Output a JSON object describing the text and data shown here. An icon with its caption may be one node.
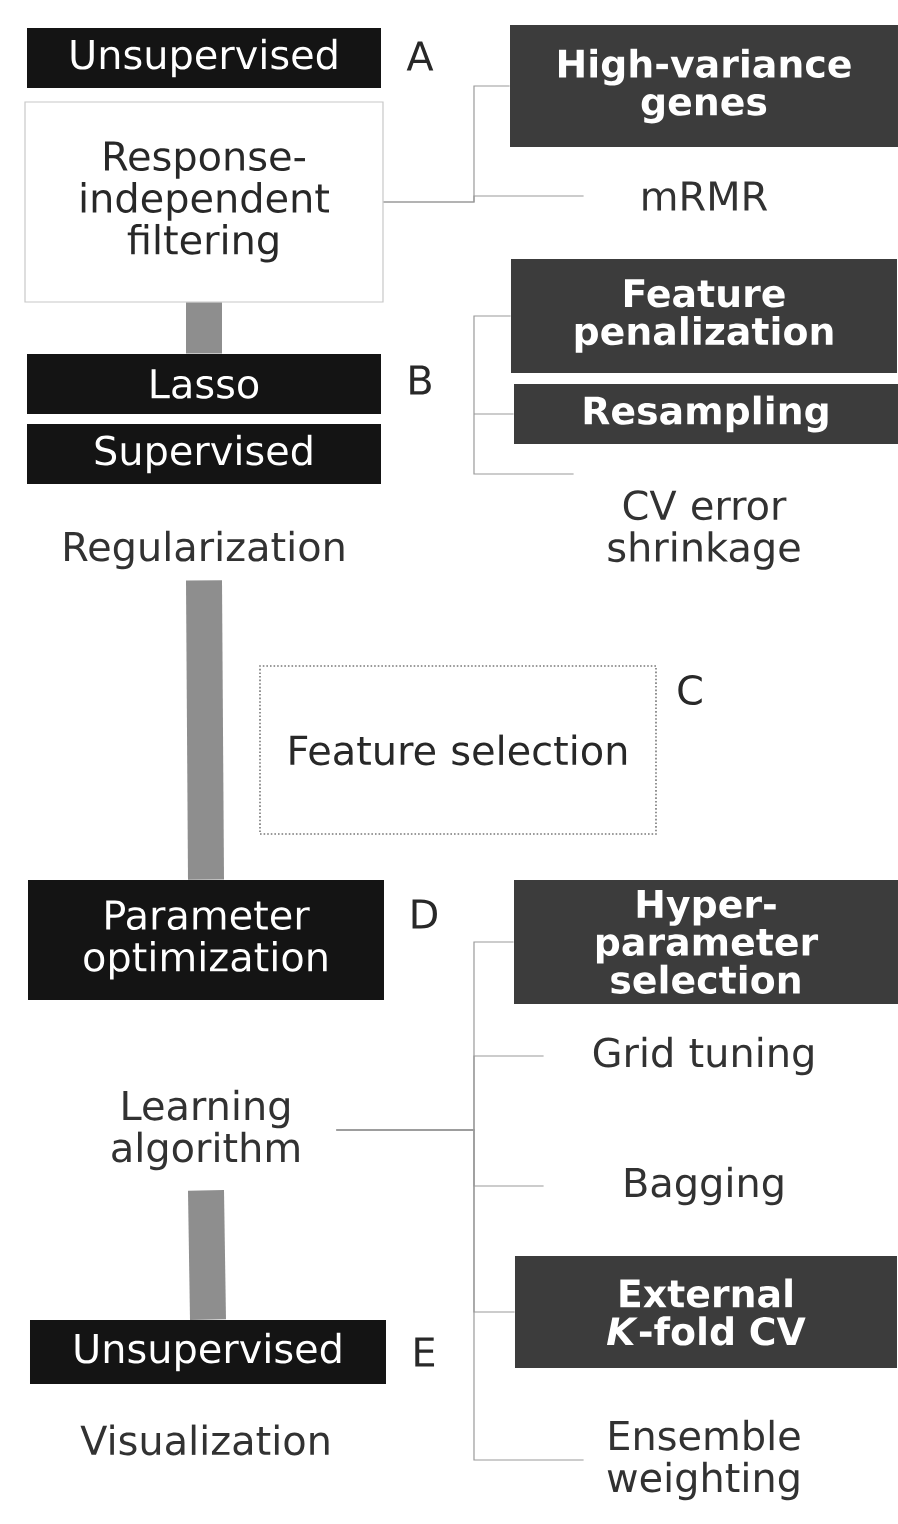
{
  "diagram": {
    "nodes": [
      {
        "text": [
          "Unsupervised"
        ]
      },
      {
        "text": [
          "Response-independent filtering"
        ]
      },
      {
        "text": [
          "Lasso"
        ]
      },
      {
        "text": [
          "Supervised"
        ]
      },
      {
        "text": [
          "Regularization"
        ]
      },
      {
        "text": [
          "Feature selection"
        ]
      },
      {
        "text": [
          "Parameter optimization"
        ]
      },
      {
        "text": [
          "Learning algorithm"
        ]
      },
      {
        "text": [
          "Unsupervised"
        ]
      },
      {
        "text": [
          "Visualization"
        ]
      },
      {
        "text": [
          "High-variance genes"
        ]
      },
      {
        "text": [
          "mRMR"
        ]
      },
      {
        "text": [
          "Feature penalization"
        ]
      },
      {
        "text": [
          "Resampling"
        ]
      },
      {
        "text": [
          "CV error shrinkage"
        ]
      },
      {
        "text": [
          "Hyper-parameter selection"
        ]
      },
      {
        "text": [
          "Grid tuning"
        ]
      },
      {
        "text": [
          "Bagging"
        ]
      },
      {
        "text": [
          "External *K*-fold CV"
        ]
      },
      {
        "text": [
          "Ensemble weighting"
        ]
      }
    ],
    "edges": [
      {
        "from": 1,
        "to": 2,
        "arrow": "none",
        "style": "thick",
        "color": "#8e8e8e"
      },
      {
        "from": 4,
        "to": 6,
        "arrow": "none",
        "style": "thick",
        "color": "#8e8e8e"
      },
      {
        "from": 7,
        "to": 8,
        "arrow": "none",
        "style": "thick",
        "color": "#8e8e8e"
      },
      {
        "from": 1,
        "to": 10,
        "arrow": "none"
      },
      {
        "from": 1,
        "to": 11,
        "arrow": "none"
      },
      {
        "from": 7,
        "to": 15,
        "arrow": "none"
      },
      {
        "from": 7,
        "to": 16,
        "arrow": "none"
      },
      {
        "from": 7,
        "to": 17,
        "arrow": "none"
      },
      {
        "from": 7,
        "to": 18,
        "arrow": "none"
      },
      {
        "from": 7,
        "to": 19,
        "arrow": "none"
      }
    ],
    "labels": [
      "A",
      "B",
      "C",
      "D",
      "E"
    ]
  }
}
